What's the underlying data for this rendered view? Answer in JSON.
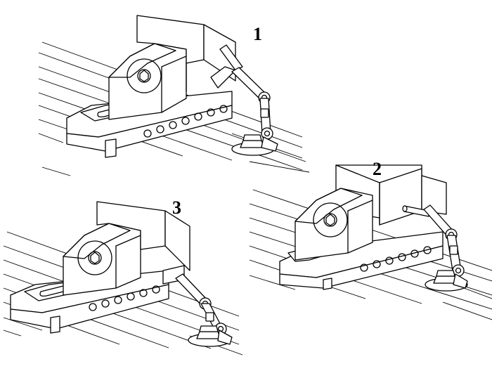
{
  "diagram": {
    "panels": [
      {
        "id": "panel-1",
        "step_number": "1"
      },
      {
        "id": "panel-2",
        "step_number": "2"
      },
      {
        "id": "panel-3",
        "step_number": "3"
      }
    ]
  }
}
